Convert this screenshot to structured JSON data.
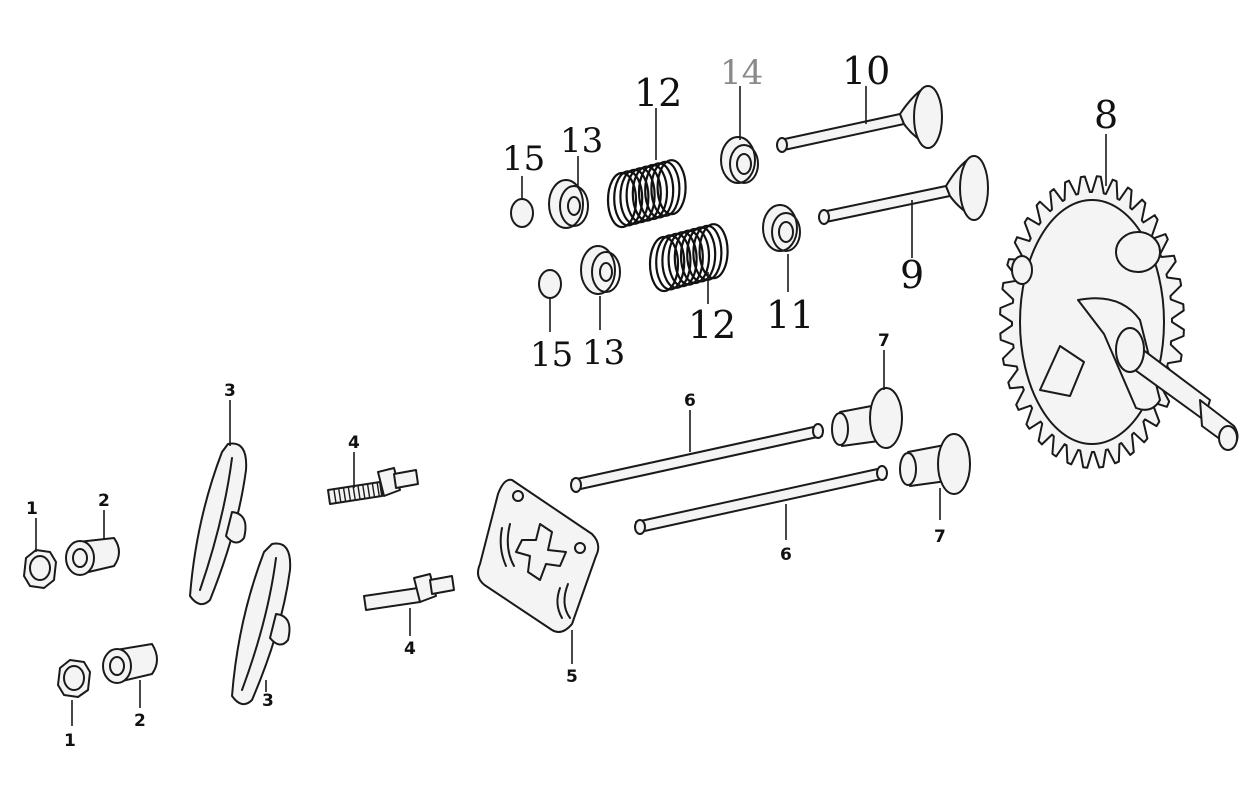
{
  "callouts": {
    "c1a": "1",
    "c1b": "1",
    "c2a": "2",
    "c2b": "2",
    "c3a": "3",
    "c3b": "3",
    "c4a": "4",
    "c4b": "4",
    "c5": "5",
    "c6a": "6",
    "c6b": "6",
    "c7a": "7",
    "c7b": "7",
    "c8": "8",
    "c9": "9",
    "c10": "10",
    "c11": "11",
    "c12a": "12",
    "c12b": "12",
    "c13a": "13",
    "c13b": "13",
    "c14": "14",
    "c15a": "15",
    "c15b": "15"
  }
}
